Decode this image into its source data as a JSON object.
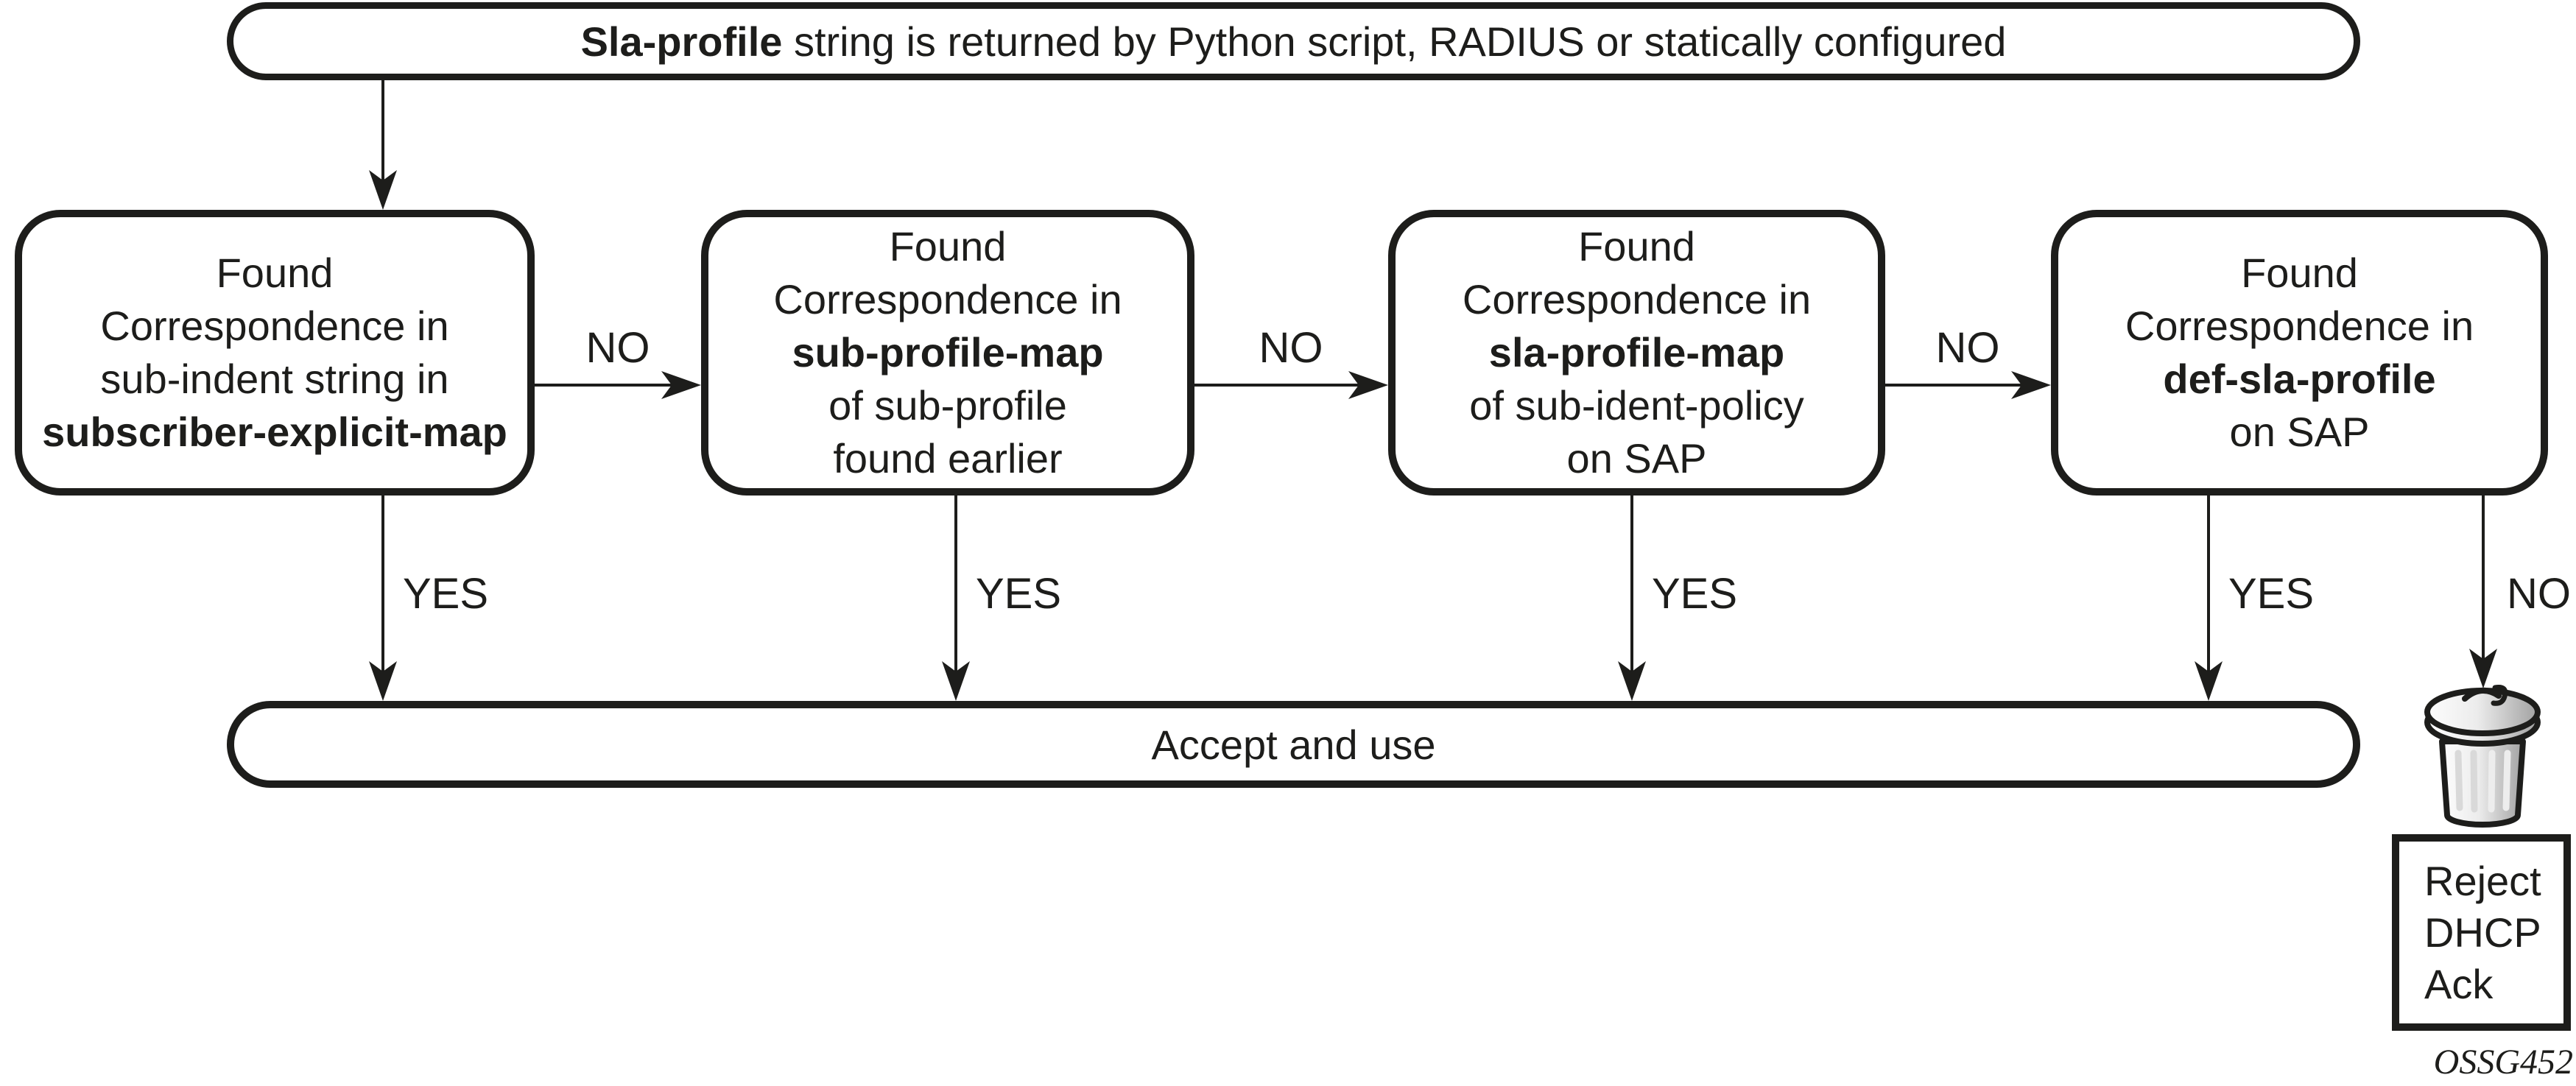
{
  "title": {
    "bold": "Sla-profile",
    "rest": " string is returned by Python script, RADIUS or statically configured"
  },
  "boxes": [
    {
      "name": "subscriber-explicit-map",
      "lines": [
        {
          "text": "Found",
          "bold": false
        },
        {
          "text": "Correspondence in",
          "bold": false
        },
        {
          "text": "sub-indent string in",
          "bold": false
        },
        {
          "text": "subscriber-explicit-map",
          "bold": true
        }
      ]
    },
    {
      "name": "sub-profile-map",
      "lines": [
        {
          "text": "Found",
          "bold": false
        },
        {
          "text": "Correspondence in",
          "bold": false
        },
        {
          "text": "sub-profile-map",
          "bold": true
        },
        {
          "text": "of sub-profile",
          "bold": false
        },
        {
          "text": "found earlier",
          "bold": false
        }
      ]
    },
    {
      "name": "sla-profile-map",
      "lines": [
        {
          "text": "Found",
          "bold": false
        },
        {
          "text": "Correspondence in",
          "bold": false
        },
        {
          "text": "sla-profile-map",
          "bold": true
        },
        {
          "text": "of sub-ident-policy",
          "bold": false
        },
        {
          "text": "on SAP",
          "bold": false
        }
      ]
    },
    {
      "name": "def-sla-profile",
      "lines": [
        {
          "text": "Found",
          "bold": false
        },
        {
          "text": "Correspondence in",
          "bold": false
        },
        {
          "text": "def-sla-profile",
          "bold": true
        },
        {
          "text": "on SAP",
          "bold": false
        }
      ]
    }
  ],
  "labels": {
    "yes": "YES",
    "no": "NO"
  },
  "accept": {
    "label": "Accept and use"
  },
  "reject": {
    "lines": [
      "Reject",
      "DHCP",
      "Ack"
    ]
  },
  "watermark": "OSSG452",
  "icons": {
    "trash": "trash-can"
  },
  "colors": {
    "ink": "#1d1d1b",
    "background": "#ffffff",
    "trash_light": "#fdfdfd",
    "trash_dark": "#a2a2a2",
    "trash_stripe": "#d9d9d9"
  }
}
